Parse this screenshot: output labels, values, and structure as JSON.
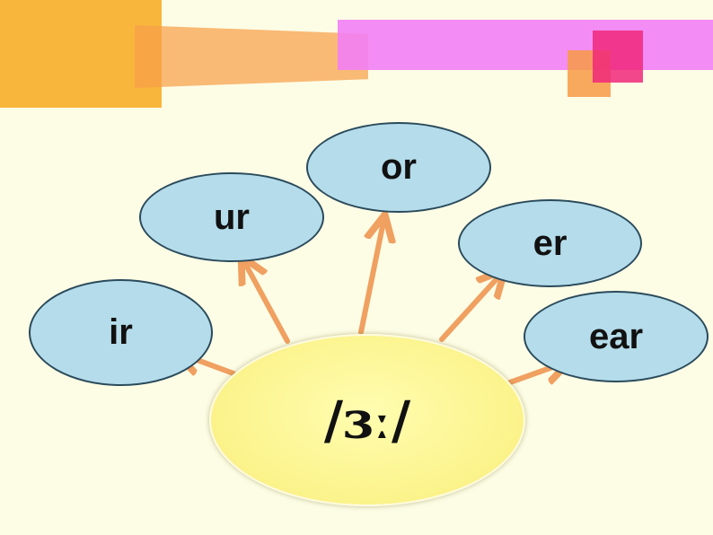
{
  "diagram": {
    "center": {
      "label": "/ɜː/"
    },
    "spellings": [
      {
        "id": "ir",
        "label": "ir"
      },
      {
        "id": "ur",
        "label": "ur"
      },
      {
        "id": "or",
        "label": "or"
      },
      {
        "id": "er",
        "label": "er"
      },
      {
        "id": "ear",
        "label": "ear"
      }
    ]
  },
  "colors": {
    "background": "#fdfde6",
    "bubble_fill": "#b5dcea",
    "bubble_border": "#2b4b5c",
    "center_fill": "#fbf38a",
    "arrow": "#f0a060",
    "deco_orange": "#f9b233",
    "deco_pink": "#f27ff5",
    "deco_magenta": "#f0287a"
  }
}
